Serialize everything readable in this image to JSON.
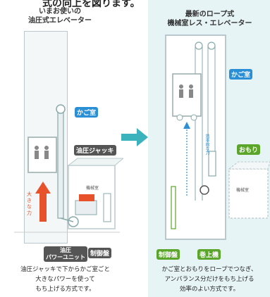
{
  "top_text": "式の向上を図ります。",
  "left": {
    "title_line1": "いまお使いの",
    "title_line2": "油圧式エレベーター",
    "cage_label": "かご室",
    "jack_label": "油圧ジャッキ",
    "machine_room_label": "機械室",
    "arrow_label_line1": "大き",
    "arrow_label_line2": "な力",
    "power_unit_line1": "油圧",
    "power_unit_line2": "パワーユニット",
    "control_panel_label": "制御盤",
    "caption_line1": "油圧ジャッキで下からかご室ごと",
    "caption_line2": "大きなパワーを使って",
    "caption_line3": "もち上げる方式です。"
  },
  "right": {
    "title_line1": "最新のロープ式",
    "title_line2": "機械室レス・エレベーター",
    "cage_label": "かご室",
    "counterweight_label": "おもり",
    "efficiency_label": "効率的な力",
    "machine_room_label": "機械室",
    "control_panel_label": "制御盤",
    "hoist_label": "巻上機",
    "caption_line1": "かご室とおもりをロープでつなぎ、",
    "caption_line2": "アンバランス分だけをもち上げる",
    "caption_line3": "効率のよい方式です。"
  },
  "colors": {
    "blue_label": "#2b8fd6",
    "green_label": "#5aa52a",
    "dark_label": "#555555",
    "arrow_orange": "#e8522a",
    "panel_bg": "#e6f4f6",
    "teal_arrow": "#3bb3bd"
  }
}
